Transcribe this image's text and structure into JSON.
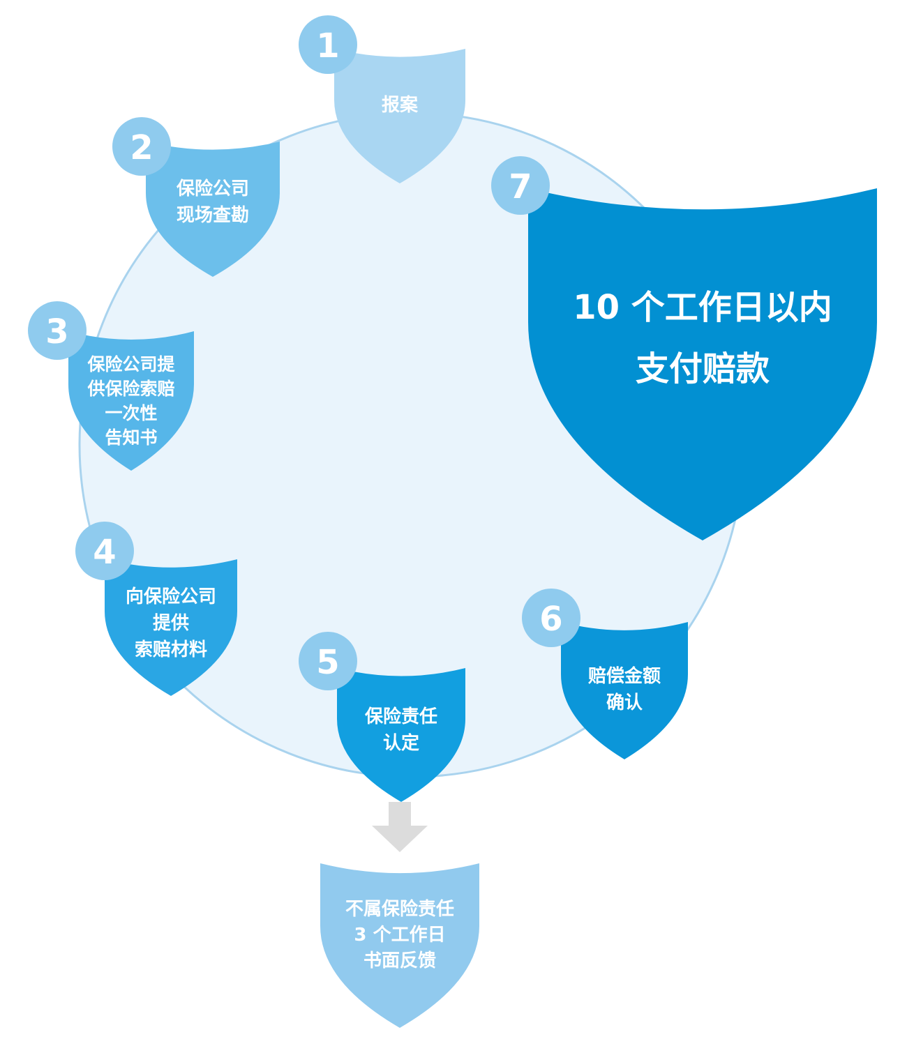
{
  "colors": {
    "circle_fill": "#e9f4fc",
    "circle_stroke": "#a9d3ee",
    "badge": "#8fcbee",
    "arrow": "#dcdcdc",
    "step1": "#a9d6f2",
    "step2": "#6cbfeb",
    "step3": "#56b6e9",
    "step4": "#2aa6e4",
    "step5": "#129fe0",
    "step6": "#0b96d9",
    "step7": "#0290d2",
    "outcome": "#91caee"
  },
  "steps": [
    {
      "num": "1",
      "lines": [
        "报案"
      ]
    },
    {
      "num": "2",
      "lines": [
        "保险公司",
        "现场查勘"
      ]
    },
    {
      "num": "3",
      "lines": [
        "保险公司提",
        "供保险索赔",
        "一次性",
        "告知书"
      ]
    },
    {
      "num": "4",
      "lines": [
        "向保险公司",
        "提供",
        "索赔材料"
      ]
    },
    {
      "num": "5",
      "lines": [
        "保险责任",
        "认定"
      ]
    },
    {
      "num": "6",
      "lines": [
        "赔偿金额",
        "确认"
      ]
    },
    {
      "num": "7",
      "lines": [
        "10 个工作日以内",
        "支付赔款"
      ]
    }
  ],
  "outcome": {
    "lines": [
      "不属保险责任",
      "3 个工作日",
      "书面反馈"
    ]
  }
}
